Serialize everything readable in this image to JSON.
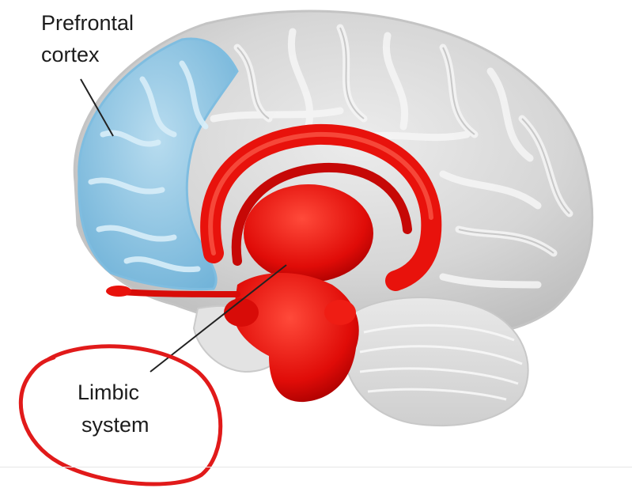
{
  "labels": {
    "prefrontal_line1": "Prefrontal",
    "prefrontal_line2": "cortex",
    "limbic_line1": "Limbic",
    "limbic_line2": "system"
  },
  "colors": {
    "prefrontal_region": "#8fc8e6",
    "limbic_region": "#e8120c",
    "brain_tissue": "#d8d8d8",
    "annotation_circle": "#e11a1a",
    "leader_line": "#222222"
  },
  "icons": [
    "brain-illustration"
  ]
}
